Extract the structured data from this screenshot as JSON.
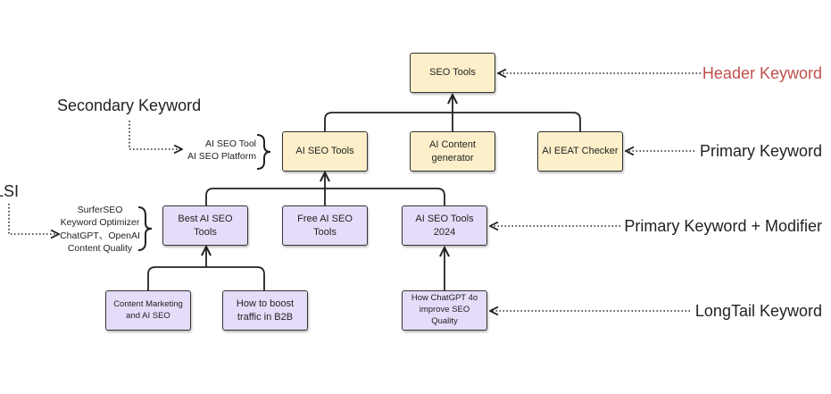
{
  "nodes": {
    "seo_tools": "SEO Tools",
    "ai_seo_tools": "AI SEO Tools",
    "ai_content_generator_l1": "AI Content",
    "ai_content_generator_l2": "generator",
    "ai_eeat_checker": "AI EEAT Checker",
    "best_ai_seo_tools": "Best AI SEO Tools",
    "free_ai_seo_tools": "Free AI SEO Tools",
    "ai_seo_tools_2024": "AI SEO Tools 2024",
    "content_marketing_l1": "Content Marketing",
    "content_marketing_l2": "and AI SEO",
    "boost_traffic_l1": "How to boost",
    "boost_traffic_l2": "traffic in B2B",
    "chatgpt_4o_l1": "How ChatGPT 4o",
    "chatgpt_4o_l2": "improve SEO Quality"
  },
  "labels": {
    "header_keyword": "Header Keyword",
    "primary_keyword": "Primary Keyword",
    "primary_keyword_modifier": "Primary Keyword + Modifier",
    "longtail_keyword": "LongTail Keyword",
    "secondary_keyword": "Secondary Keyword",
    "lsi": "LSI"
  },
  "secondary_terms": [
    "AI SEO Tool",
    "AI SEO Platform"
  ],
  "lsi_terms": [
    "SurferSEO",
    "Keyword Optimizer",
    "ChatGPT、OpenAI",
    "Content Quality"
  ],
  "colors": {
    "node_yellow": "#fdefc9",
    "node_purple": "#e5dcfa",
    "header_label": "#c0504d",
    "border": "#333333"
  }
}
